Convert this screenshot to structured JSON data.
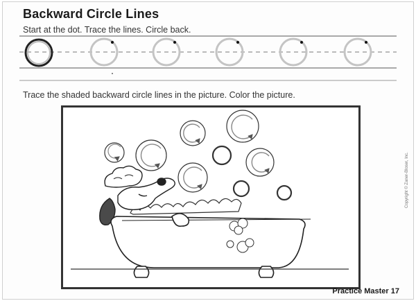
{
  "worksheet": {
    "title": "Backward Circle Lines",
    "instruction_1": "Start at the dot. Trace the lines. Circle back.",
    "instruction_2": "Trace the shaded backward circle lines in the picture. Color the picture.",
    "copyright": "Copyright © Zaner-Bloser, Inc.",
    "footer": "Practice Master 17"
  }
}
